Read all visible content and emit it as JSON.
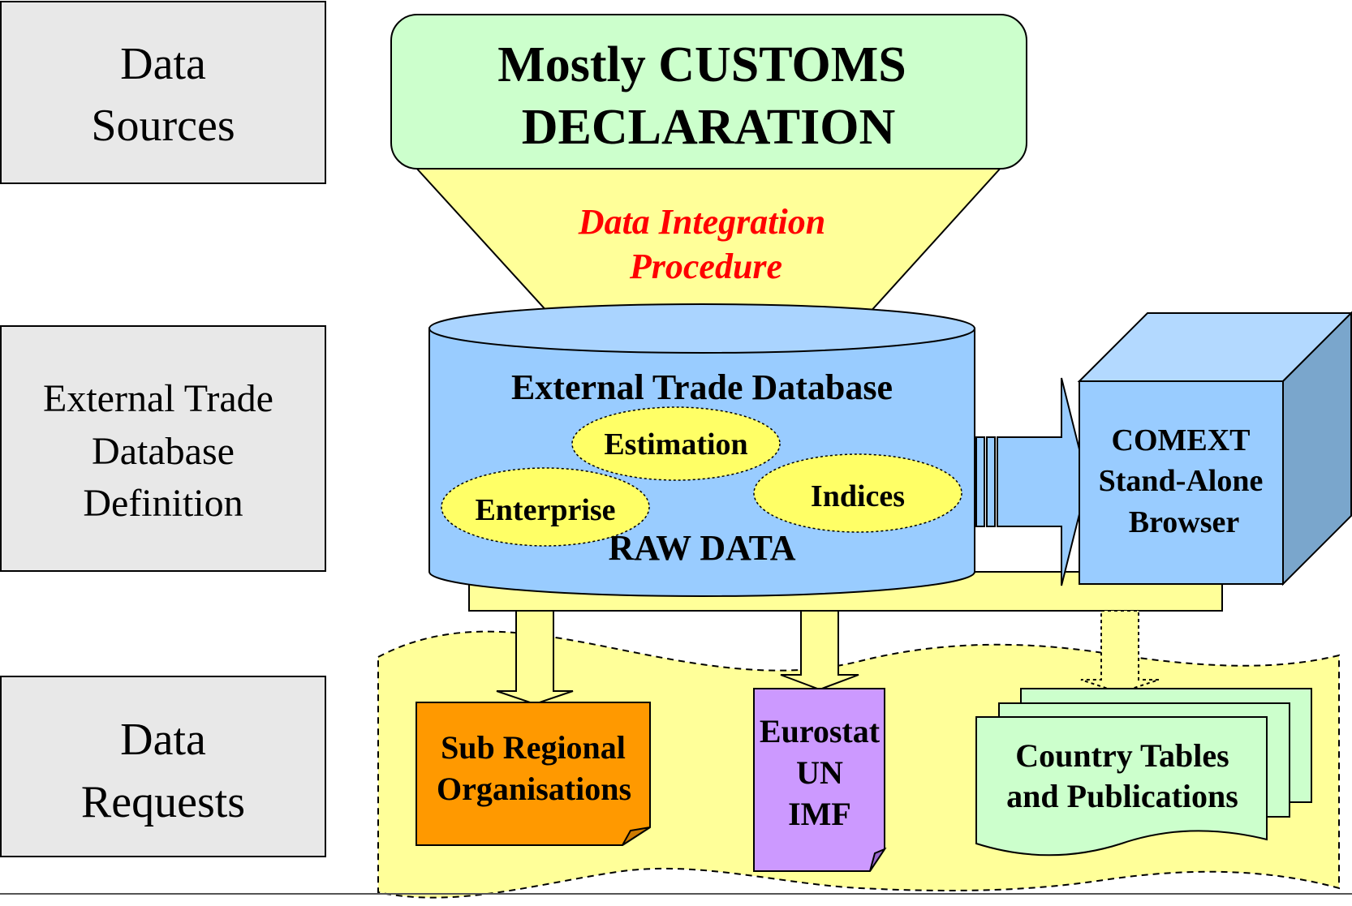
{
  "side_labels": {
    "sources": [
      "Data",
      "Sources"
    ],
    "definition": [
      "External Trade",
      "Database",
      "Definition"
    ],
    "requests": [
      "Data",
      "Requests"
    ]
  },
  "customs": [
    "Mostly CUSTOMS",
    "DECLARATION"
  ],
  "integration": [
    "Data Integration",
    "Procedure"
  ],
  "database": {
    "title": "External Trade Database",
    "raw": "RAW DATA",
    "estimation": "Estimation",
    "enterprise": "Enterprise",
    "indices": "Indices"
  },
  "comext": [
    "COMEXT",
    "Stand-Alone",
    "Browser"
  ],
  "outputs": {
    "sub_regional": [
      "Sub Regional",
      "Organisations"
    ],
    "intl": [
      "Eurostat",
      "UN",
      "IMF"
    ],
    "country": [
      "Country Tables",
      "and Publications"
    ]
  },
  "colors": {
    "side_box": "#e8e8e8",
    "customs": "#ccffcc",
    "funnel": "#ffff99",
    "database": "#99ccff",
    "database_top": "#aad4ff",
    "bubble": "#ffff66",
    "cube_front": "#99ccff",
    "cube_top": "#b3d9ff",
    "cube_side": "#7aa6cc",
    "wave": "#ffff99",
    "sub_regional": "#ff9900",
    "intl": "#cc99ff",
    "country": "#ccffcc",
    "accent_red": "#ff0000"
  }
}
